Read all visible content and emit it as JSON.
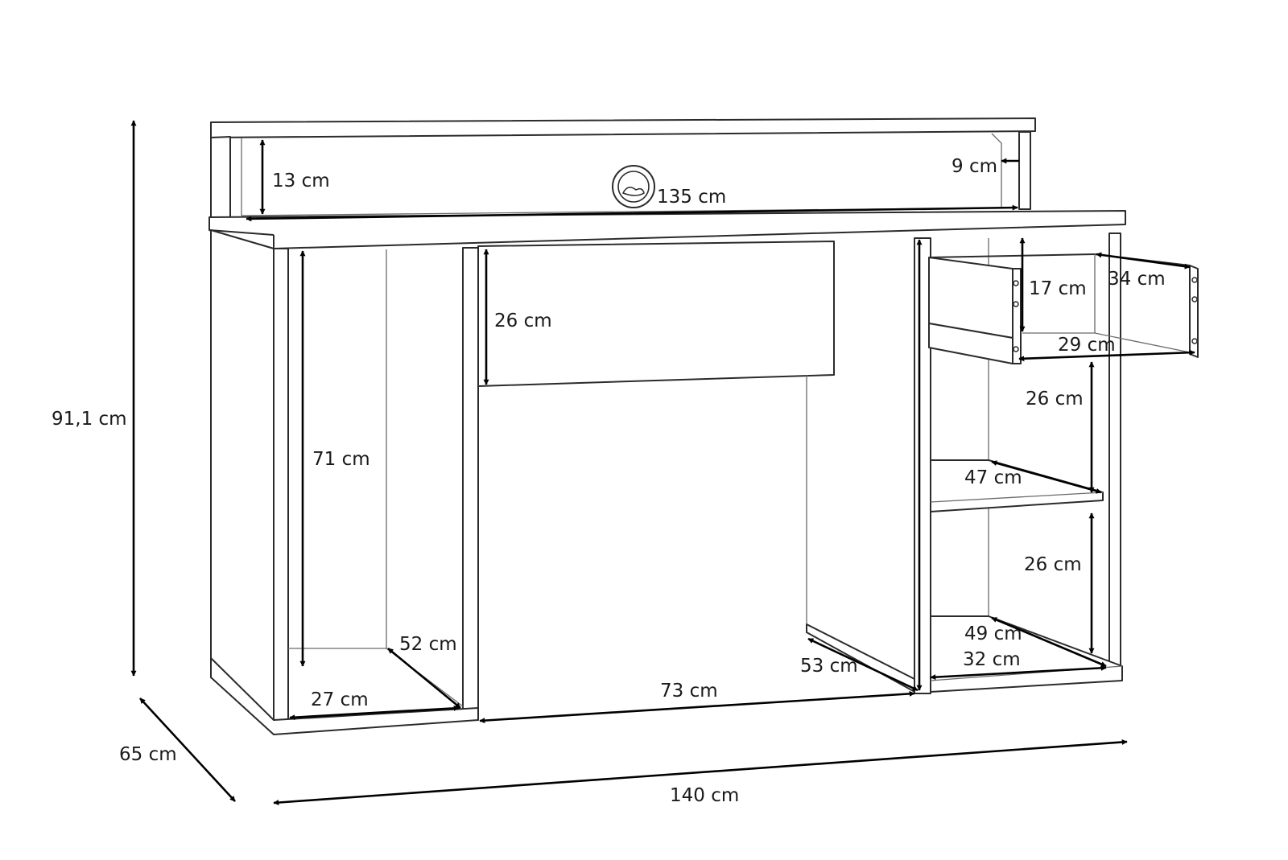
{
  "dimensions": {
    "total_height": "91,1 cm",
    "total_depth": "65 cm",
    "total_width": "140 cm",
    "hutch_height": "13 cm",
    "hutch_width": "135 cm",
    "hutch_side_depth": "9 cm",
    "left_compartment_height": "71 cm",
    "left_compartment_depth": "52 cm",
    "left_compartment_width": "27 cm",
    "center_drawer_height": "26 cm",
    "knee_space_width": "73 cm",
    "knee_space_depth": "53 cm",
    "drawer_height": "17 cm",
    "drawer_depth": "34 cm",
    "drawer_width": "29 cm",
    "upper_shelf_height": "26 cm",
    "upper_shelf_depth": "47 cm",
    "lower_shelf_height": "26 cm",
    "lower_shelf_depth": "49 cm",
    "lower_shelf_width": "32 cm"
  }
}
